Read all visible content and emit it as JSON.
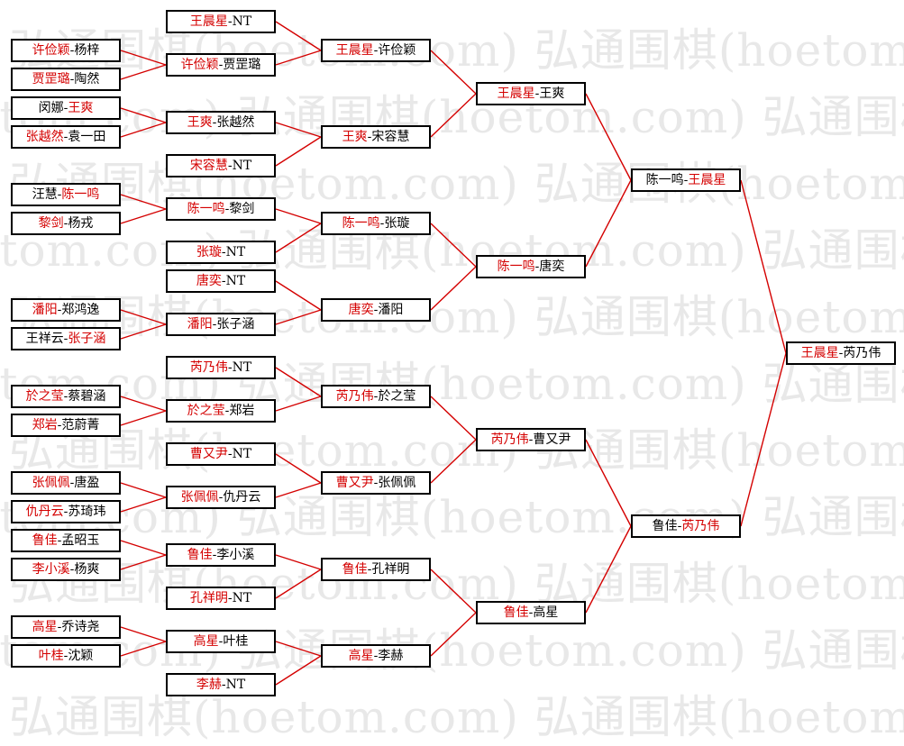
{
  "watermark": "弘通围棋(hoetom.com) 弘通围棋(hoetom.com) 弘通围棋(ho",
  "colors": {
    "winner": "#d40000",
    "line": "#d40000",
    "border": "#000000",
    "watermark": "#e8e8e8"
  },
  "rounds": [
    [
      {
        "p1": "许俭颖",
        "p2": "杨梓",
        "winner": 1
      },
      {
        "p1": "贾罡璐",
        "p2": "陶然",
        "winner": 1
      },
      {
        "p1": "闵娜",
        "p2": "王爽",
        "winner": 2
      },
      {
        "p1": "张越然",
        "p2": "袁一田",
        "winner": 1
      },
      {
        "p1": "汪慧",
        "p2": "陈一鸣",
        "winner": 2
      },
      {
        "p1": "黎剑",
        "p2": "杨戎",
        "winner": 1
      },
      {
        "p1": "潘阳",
        "p2": "郑鸿逸",
        "winner": 1
      },
      {
        "p1": "王祥云",
        "p2": "张子涵",
        "winner": 2
      },
      {
        "p1": "於之莹",
        "p2": "蔡碧涵",
        "winner": 1
      },
      {
        "p1": "郑岩",
        "p2": "范蔚菁",
        "winner": 1
      },
      {
        "p1": "张佩佩",
        "p2": "唐盈",
        "winner": 1
      },
      {
        "p1": "仇丹云",
        "p2": "苏琦玮",
        "winner": 1
      },
      {
        "p1": "鲁佳",
        "p2": "孟昭玉",
        "winner": 1
      },
      {
        "p1": "李小溪",
        "p2": "杨爽",
        "winner": 1
      },
      {
        "p1": "高星",
        "p2": "乔诗尧",
        "winner": 1
      },
      {
        "p1": "叶桂",
        "p2": "沈颖",
        "winner": 1
      }
    ],
    [
      {
        "p1": "王晨星",
        "p2": "NT",
        "winner": 1
      },
      {
        "p1": "许俭颖",
        "p2": "贾罡璐",
        "winner": 1
      },
      {
        "p1": "王爽",
        "p2": "张越然",
        "winner": 1
      },
      {
        "p1": "宋容慧",
        "p2": "NT",
        "winner": 1
      },
      {
        "p1": "陈一鸣",
        "p2": "黎剑",
        "winner": 1
      },
      {
        "p1": "张璇",
        "p2": "NT",
        "winner": 1
      },
      {
        "p1": "唐奕",
        "p2": "NT",
        "winner": 1
      },
      {
        "p1": "潘阳",
        "p2": "张子涵",
        "winner": 1
      },
      {
        "p1": "芮乃伟",
        "p2": "NT",
        "winner": 1
      },
      {
        "p1": "於之莹",
        "p2": "郑岩",
        "winner": 1
      },
      {
        "p1": "曹又尹",
        "p2": "NT",
        "winner": 1
      },
      {
        "p1": "张佩佩",
        "p2": "仇丹云",
        "winner": 1
      },
      {
        "p1": "鲁佳",
        "p2": "李小溪",
        "winner": 1
      },
      {
        "p1": "孔祥明",
        "p2": "NT",
        "winner": 1
      },
      {
        "p1": "高星",
        "p2": "叶桂",
        "winner": 1
      },
      {
        "p1": "李赫",
        "p2": "NT",
        "winner": 1
      }
    ],
    [
      {
        "p1": "王晨星",
        "p2": "许俭颖",
        "winner": 1
      },
      {
        "p1": "王爽",
        "p2": "宋容慧",
        "winner": 1
      },
      {
        "p1": "陈一鸣",
        "p2": "张璇",
        "winner": 1
      },
      {
        "p1": "唐奕",
        "p2": "潘阳",
        "winner": 1
      },
      {
        "p1": "芮乃伟",
        "p2": "於之莹",
        "winner": 1
      },
      {
        "p1": "曹又尹",
        "p2": "张佩佩",
        "winner": 1
      },
      {
        "p1": "鲁佳",
        "p2": "孔祥明",
        "winner": 1
      },
      {
        "p1": "高星",
        "p2": "李赫",
        "winner": 1
      }
    ],
    [
      {
        "p1": "王晨星",
        "p2": "王爽",
        "winner": 1
      },
      {
        "p1": "陈一鸣",
        "p2": "唐奕",
        "winner": 1
      },
      {
        "p1": "芮乃伟",
        "p2": "曹又尹",
        "winner": 1
      },
      {
        "p1": "鲁佳",
        "p2": "高星",
        "winner": 1
      }
    ],
    [
      {
        "p1": "陈一鸣",
        "p2": "王晨星",
        "winner": 2
      },
      {
        "p1": "鲁佳",
        "p2": "芮乃伟",
        "winner": 2
      }
    ],
    [
      {
        "p1": "王晨星",
        "p2": "芮乃伟",
        "winner": 1
      }
    ]
  ]
}
